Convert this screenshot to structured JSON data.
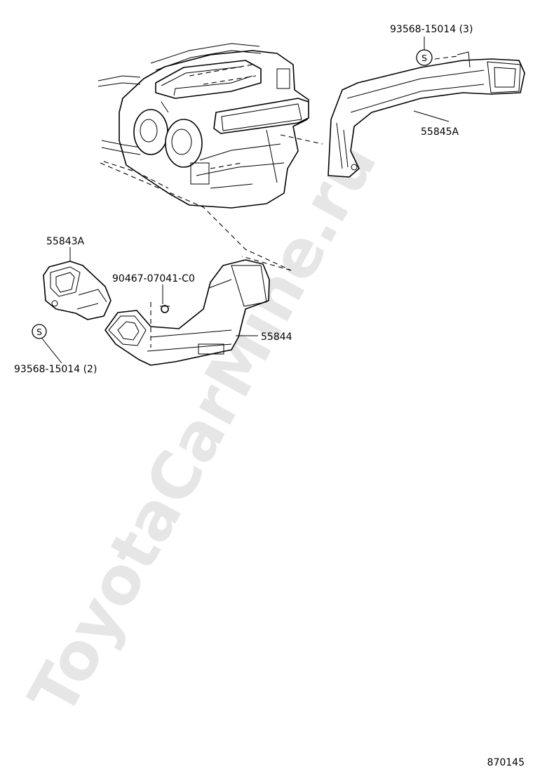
{
  "watermark": "ToyotaCarMine.ru",
  "diagram_code": "870145",
  "labels": {
    "screw_top": "93568-15014 (3)",
    "duct_55845a": "55845A",
    "duct_55843a": "55843A",
    "clip": "90467-07041-C0",
    "duct_55844": "55844",
    "screw_bottom": "93568-15014 (2)",
    "screw_symbol": "S"
  }
}
